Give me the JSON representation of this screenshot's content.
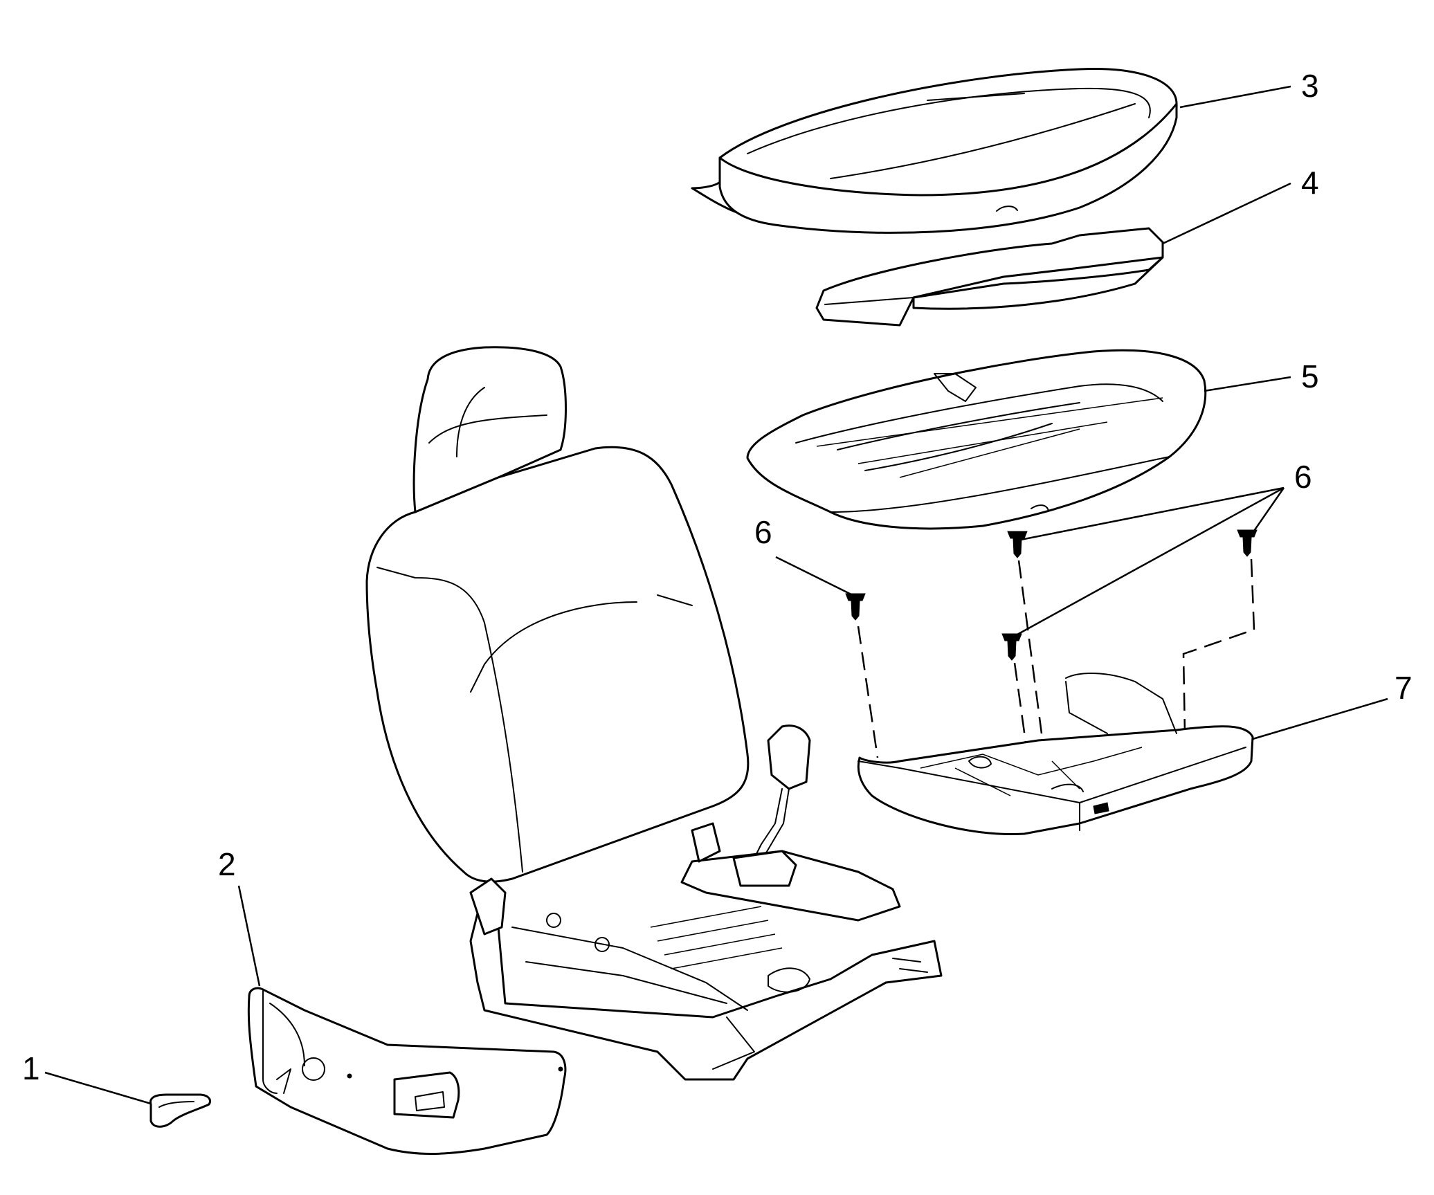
{
  "diagram": {
    "callouts": [
      {
        "id": "1",
        "text": "1"
      },
      {
        "id": "2",
        "text": "2"
      },
      {
        "id": "3",
        "text": "3"
      },
      {
        "id": "4",
        "text": "4"
      },
      {
        "id": "5",
        "text": "5"
      },
      {
        "id": "6a",
        "text": "6"
      },
      {
        "id": "6b",
        "text": "6"
      },
      {
        "id": "7",
        "text": "7"
      }
    ],
    "colors": {
      "line": "#000000",
      "background": "#ffffff"
    }
  }
}
